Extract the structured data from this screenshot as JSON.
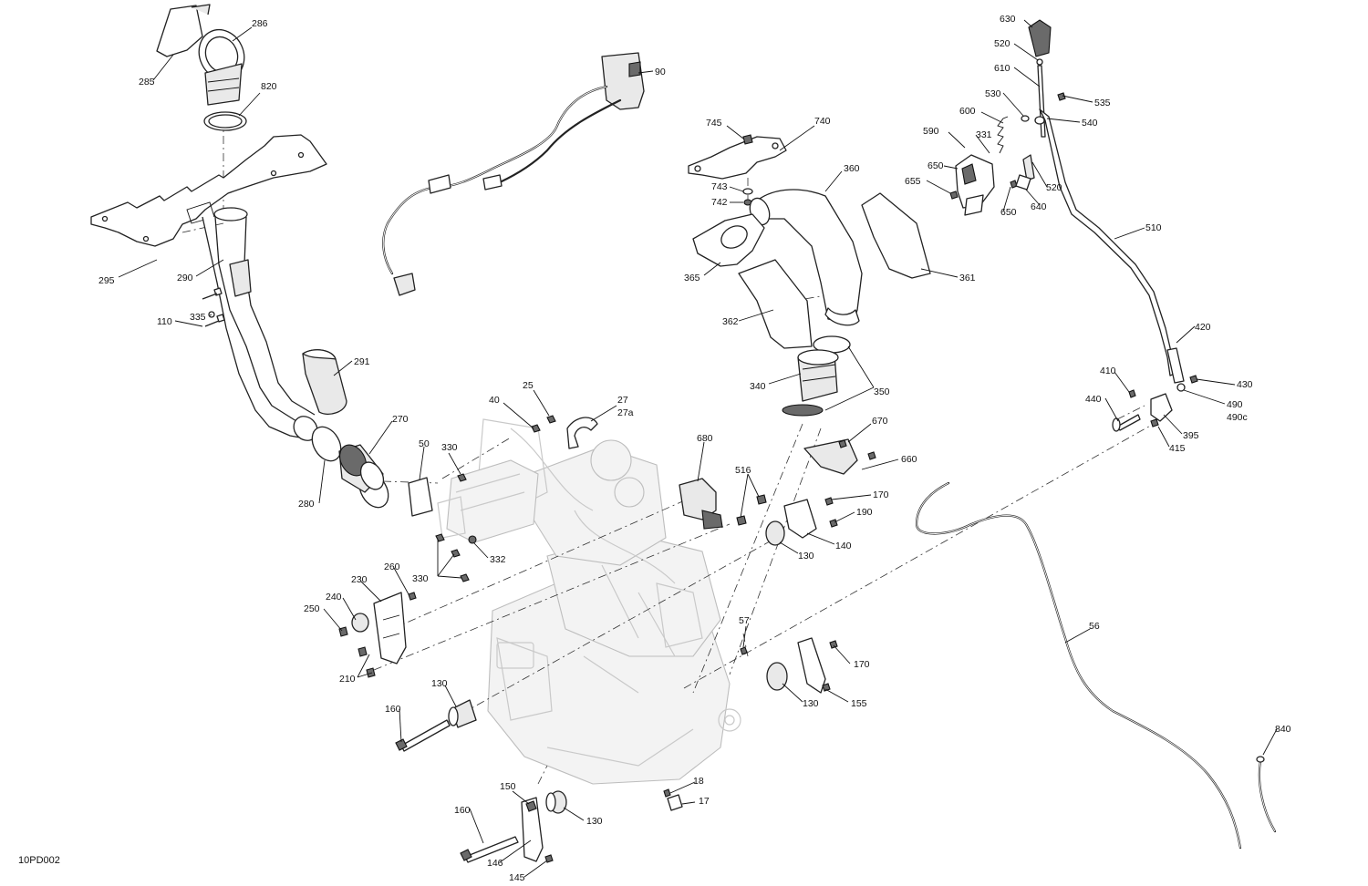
{
  "diagram_code": "10PD002",
  "callouts": [
    {
      "id": "c285",
      "text": "285"
    },
    {
      "id": "c286",
      "text": "286"
    },
    {
      "id": "c820",
      "text": "820"
    },
    {
      "id": "c295",
      "text": "295"
    },
    {
      "id": "c290",
      "text": "290"
    },
    {
      "id": "c110",
      "text": "110"
    },
    {
      "id": "c335",
      "text": "335"
    },
    {
      "id": "c291",
      "text": "291"
    },
    {
      "id": "c270",
      "text": "270"
    },
    {
      "id": "c280",
      "text": "280"
    },
    {
      "id": "c50",
      "text": "50"
    },
    {
      "id": "c330a",
      "text": "330"
    },
    {
      "id": "c330b",
      "text": "330"
    },
    {
      "id": "c332",
      "text": "332"
    },
    {
      "id": "c40",
      "text": "40"
    },
    {
      "id": "c25",
      "text": "25"
    },
    {
      "id": "c27",
      "text": "27"
    },
    {
      "id": "c27a",
      "text": "27a"
    },
    {
      "id": "c90",
      "text": "90"
    },
    {
      "id": "c745",
      "text": "745"
    },
    {
      "id": "c740",
      "text": "740"
    },
    {
      "id": "c743",
      "text": "743"
    },
    {
      "id": "c742",
      "text": "742"
    },
    {
      "id": "c360",
      "text": "360"
    },
    {
      "id": "c365",
      "text": "365"
    },
    {
      "id": "c361",
      "text": "361"
    },
    {
      "id": "c362",
      "text": "362"
    },
    {
      "id": "c340",
      "text": "340"
    },
    {
      "id": "c350",
      "text": "350"
    },
    {
      "id": "c680",
      "text": "680"
    },
    {
      "id": "c516",
      "text": "516"
    },
    {
      "id": "c670",
      "text": "670"
    },
    {
      "id": "c660",
      "text": "660"
    },
    {
      "id": "c170a",
      "text": "170"
    },
    {
      "id": "c190",
      "text": "190"
    },
    {
      "id": "c140",
      "text": "140"
    },
    {
      "id": "c130a",
      "text": "130"
    },
    {
      "id": "c260",
      "text": "260"
    },
    {
      "id": "c230",
      "text": "230"
    },
    {
      "id": "c240",
      "text": "240"
    },
    {
      "id": "c250",
      "text": "250"
    },
    {
      "id": "c210",
      "text": "210"
    },
    {
      "id": "c130b",
      "text": "130"
    },
    {
      "id": "c160a",
      "text": "160"
    },
    {
      "id": "c57",
      "text": "57"
    },
    {
      "id": "c170b",
      "text": "170"
    },
    {
      "id": "c155",
      "text": "155"
    },
    {
      "id": "c130c",
      "text": "130"
    },
    {
      "id": "c18",
      "text": "18"
    },
    {
      "id": "c17",
      "text": "17"
    },
    {
      "id": "c150",
      "text": "150"
    },
    {
      "id": "c160b",
      "text": "160"
    },
    {
      "id": "c130d",
      "text": "130"
    },
    {
      "id": "c146",
      "text": "146"
    },
    {
      "id": "c145",
      "text": "145"
    },
    {
      "id": "c630",
      "text": "630"
    },
    {
      "id": "c520a",
      "text": "520"
    },
    {
      "id": "c610",
      "text": "610"
    },
    {
      "id": "c530",
      "text": "530"
    },
    {
      "id": "c535",
      "text": "535"
    },
    {
      "id": "c540",
      "text": "540"
    },
    {
      "id": "c600",
      "text": "600"
    },
    {
      "id": "c590",
      "text": "590"
    },
    {
      "id": "c331",
      "text": "331"
    },
    {
      "id": "c650a",
      "text": "650"
    },
    {
      "id": "c655",
      "text": "655"
    },
    {
      "id": "c650b",
      "text": "650"
    },
    {
      "id": "c640",
      "text": "640"
    },
    {
      "id": "c520b",
      "text": "520"
    },
    {
      "id": "c510",
      "text": "510"
    },
    {
      "id": "c420",
      "text": "420"
    },
    {
      "id": "c410",
      "text": "410"
    },
    {
      "id": "c440",
      "text": "440"
    },
    {
      "id": "c430",
      "text": "430"
    },
    {
      "id": "c490",
      "text": "490"
    },
    {
      "id": "c490c",
      "text": "490c"
    },
    {
      "id": "c395",
      "text": "395"
    },
    {
      "id": "c415",
      "text": "415"
    },
    {
      "id": "c56",
      "text": "56"
    },
    {
      "id": "c840",
      "text": "840"
    }
  ]
}
